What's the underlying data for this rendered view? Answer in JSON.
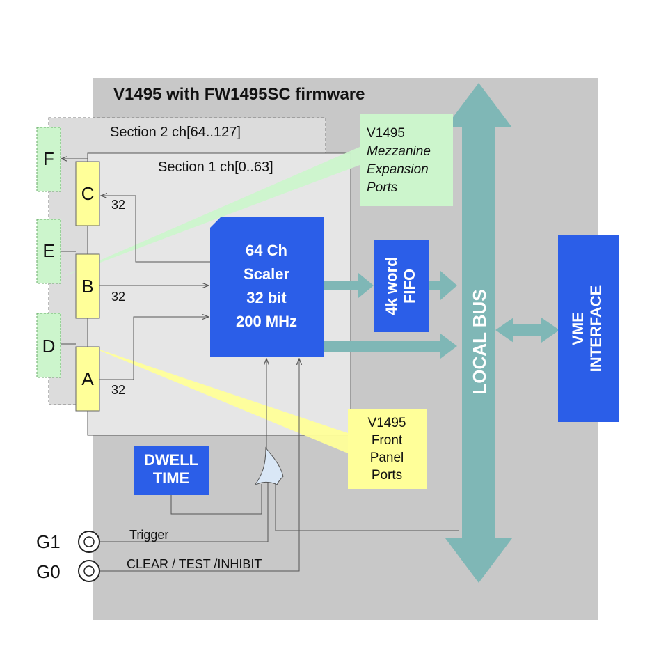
{
  "title": "V1495 with FW1495SC firmware",
  "section2_label": "Section 2 ch[64..127]",
  "section1_label": "Section 1 ch[0..63]",
  "ports": {
    "C": "C",
    "B": "B",
    "A": "A",
    "F": "F",
    "E": "E",
    "D": "D"
  },
  "bus_width_labels": {
    "c": "32",
    "b": "32",
    "a": "32"
  },
  "scaler_lines": [
    "64 Ch",
    "Scaler",
    "32 bit",
    "200 MHz"
  ],
  "fifo_lines": [
    "4k word",
    "FIFO"
  ],
  "local_bus_label": "LOCAL BUS",
  "vme_lines": [
    "VME",
    "INTERFACE"
  ],
  "dwell_lines": [
    "DWELL",
    "TIME"
  ],
  "mezzanine_callout_lines": [
    "V1495",
    "Mezzanine",
    "Expansion",
    "Ports"
  ],
  "front_panel_callout_lines": [
    "V1495",
    "Front",
    "Panel",
    "Ports"
  ],
  "inputs": {
    "g1_label": "G1",
    "g0_label": "G0",
    "trigger_label": "Trigger",
    "clear_label": "CLEAR / TEST /INHIBIT"
  },
  "colors": {
    "board_bg": "#c8c8c8",
    "section_bg": "#e6e6e6",
    "blue_block": "#2b5ee8",
    "bus_teal": "#7fb7b6",
    "port_yellow": "#ffff99",
    "mezz_green": "#ccf5cc",
    "or_gate": "#d9e7f6"
  }
}
